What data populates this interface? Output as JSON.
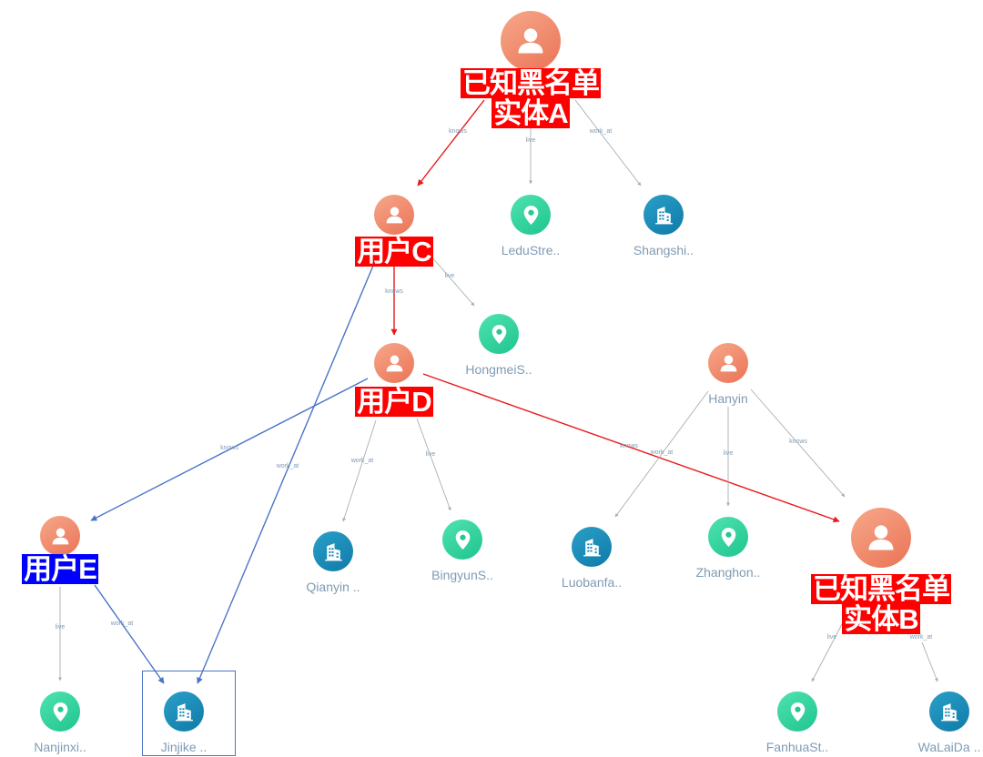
{
  "colors": {
    "highlight_red": "#ff0000",
    "highlight_blue": "#0000ff",
    "edge_red": "#e8191a",
    "edge_blue": "#4a74c9",
    "edge_gray": "#a8aeb5"
  },
  "nodes": [
    {
      "id": "entity-a",
      "type": "person",
      "label_lines": [
        "已知黑名单",
        "实体A"
      ],
      "highlight": "red"
    },
    {
      "id": "user-c",
      "type": "person",
      "label_lines": [
        "用户C"
      ],
      "highlight": "red"
    },
    {
      "id": "user-d",
      "type": "person",
      "label_lines": [
        "用户D"
      ],
      "highlight": "red"
    },
    {
      "id": "user-e",
      "type": "person",
      "label_lines": [
        "用户E"
      ],
      "highlight": "blue"
    },
    {
      "id": "entity-b",
      "type": "person",
      "label_lines": [
        "已知黑名单",
        "实体B"
      ],
      "highlight": "red"
    },
    {
      "id": "hanyin",
      "type": "person",
      "caption": "Hanyin"
    },
    {
      "id": "ledustre",
      "type": "location",
      "caption": "LeduStre.."
    },
    {
      "id": "shangshi",
      "type": "company",
      "caption": "Shangshi.."
    },
    {
      "id": "hongmeis",
      "type": "location",
      "caption": "HongmeiS.."
    },
    {
      "id": "qianyin",
      "type": "company",
      "caption": "Qianyin .."
    },
    {
      "id": "bingyuns",
      "type": "location",
      "caption": "BingyunS.."
    },
    {
      "id": "luobanfa",
      "type": "company",
      "caption": "Luobanfa.."
    },
    {
      "id": "zhanghon",
      "type": "location",
      "caption": "Zhanghon.."
    },
    {
      "id": "nanjinxi",
      "type": "location",
      "caption": "Nanjinxi.."
    },
    {
      "id": "jinjike",
      "type": "company",
      "caption": "Jinjike ..",
      "selected": true
    },
    {
      "id": "fanhuast",
      "type": "location",
      "caption": "FanhuaSt.."
    },
    {
      "id": "walaida",
      "type": "company",
      "caption": "WaLaiDa .."
    }
  ],
  "edges": [
    {
      "from": "entity-a",
      "to": "user-c",
      "label": "knows",
      "style": "red"
    },
    {
      "from": "entity-a",
      "to": "ledustre",
      "label": "live",
      "style": "gray"
    },
    {
      "from": "entity-a",
      "to": "shangshi",
      "label": "work_at",
      "style": "gray"
    },
    {
      "from": "user-c",
      "to": "user-d",
      "label": "knows",
      "style": "red"
    },
    {
      "from": "user-c",
      "to": "hongmeis",
      "label": "live",
      "style": "gray"
    },
    {
      "from": "user-c",
      "to": "jinjike",
      "label": "work_at",
      "style": "blue"
    },
    {
      "from": "user-d",
      "to": "user-e",
      "label": "knows",
      "style": "blue"
    },
    {
      "from": "user-d",
      "to": "qianyin",
      "label": "work_at",
      "style": "gray"
    },
    {
      "from": "user-d",
      "to": "bingyuns",
      "label": "live",
      "style": "gray"
    },
    {
      "from": "user-d",
      "to": "entity-b",
      "label": "knows",
      "style": "red"
    },
    {
      "from": "hanyin",
      "to": "luobanfa",
      "label": "work_at",
      "style": "gray"
    },
    {
      "from": "hanyin",
      "to": "zhanghon",
      "label": "live",
      "style": "gray"
    },
    {
      "from": "hanyin",
      "to": "entity-b",
      "label": "knows",
      "style": "gray"
    },
    {
      "from": "user-e",
      "to": "nanjinxi",
      "label": "live",
      "style": "gray"
    },
    {
      "from": "user-e",
      "to": "jinjike",
      "label": "work_at",
      "style": "blue"
    },
    {
      "from": "entity-b",
      "to": "fanhuast",
      "label": "live",
      "style": "gray"
    },
    {
      "from": "entity-b",
      "to": "walaida",
      "label": "work_at",
      "style": "gray"
    }
  ]
}
